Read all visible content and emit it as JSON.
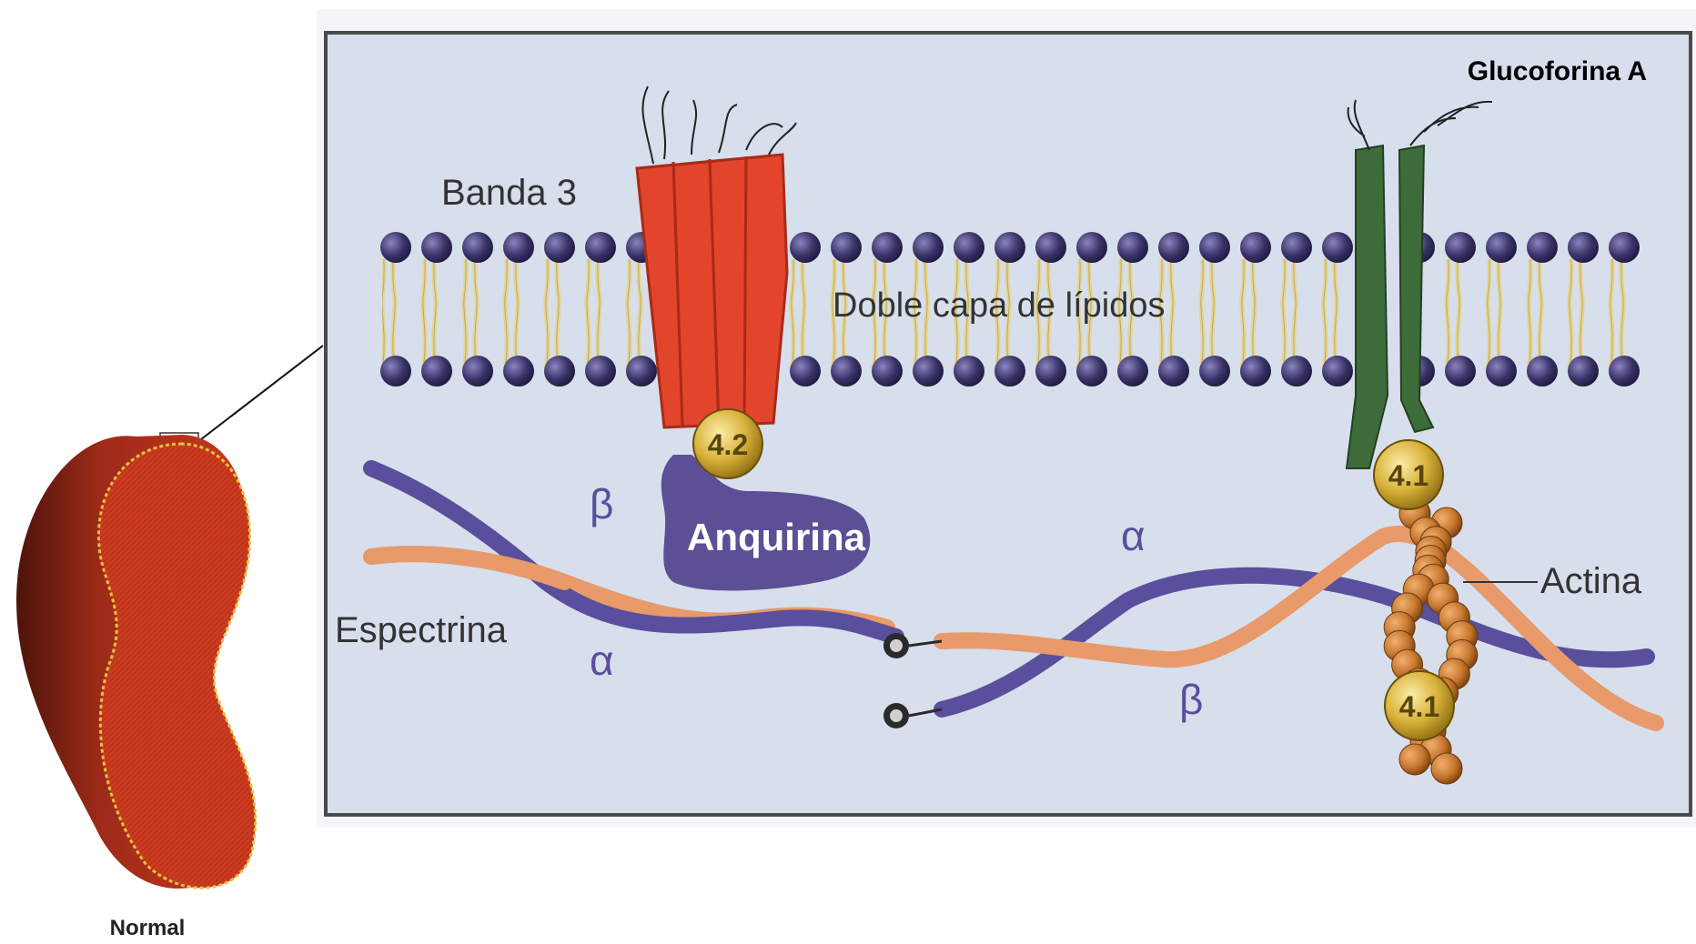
{
  "labels": {
    "glucoforina": "Glucoforina A",
    "banda3": "Banda 3",
    "bilayer": "Doble capa de lípidos",
    "protein42": "4.2",
    "anquirina": "Anquirina",
    "protein41_top": "4.1",
    "protein41_bottom": "4.1",
    "actina": "Actina",
    "espectrina": "Espectrina",
    "beta_left": "β",
    "alpha_left": "α",
    "alpha_right": "α",
    "beta_right": "β",
    "normal": "Normal"
  },
  "colors": {
    "panel_bg": "#d7dfec",
    "cell_red": "#c8391f",
    "cell_dark": "#6e1d12",
    "band3": "#e2452c",
    "glycophorin": "#3d6b3a",
    "lipid_head": "#3a3468",
    "lipid_tail": "#e6d48a",
    "spectrin_blue": "#5a4f9c",
    "spectrin_orange": "#e89a6a",
    "ankyrin": "#5c4f96",
    "protein_gold": "#d9b23a",
    "actin": "#c7772f"
  }
}
